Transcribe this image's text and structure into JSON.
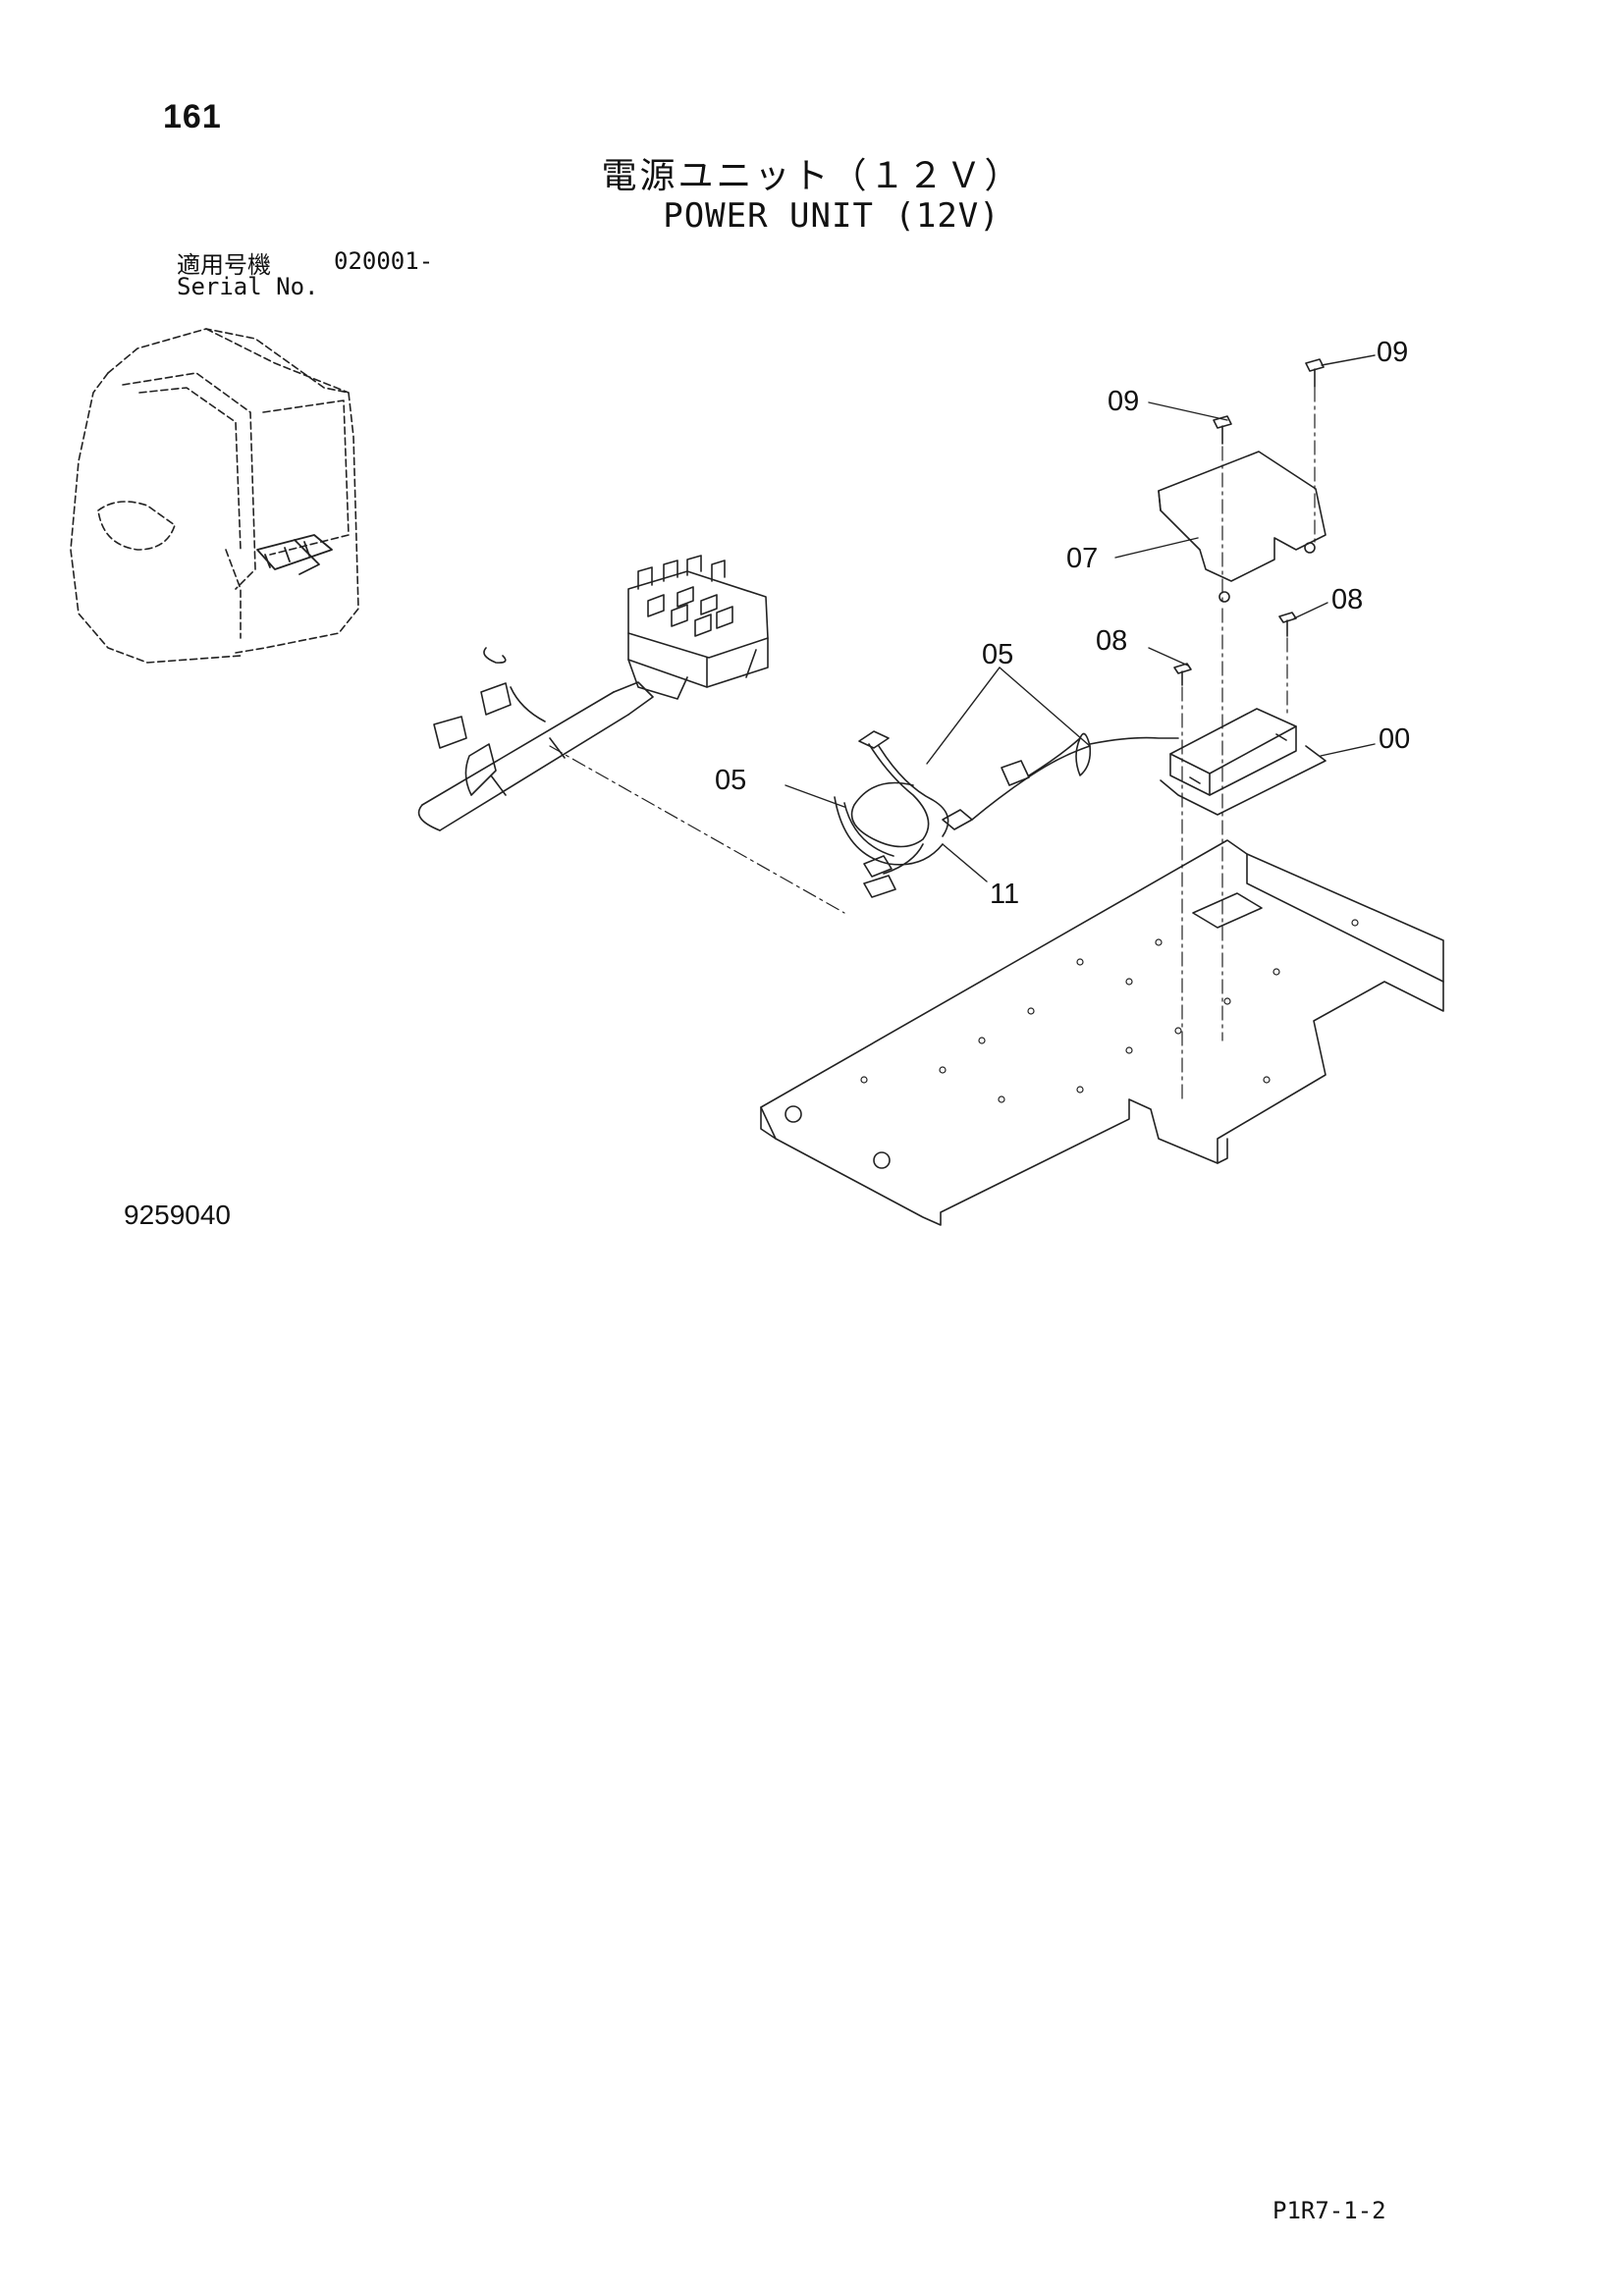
{
  "header": {
    "page_number": "161",
    "title_jp": "電源ユニット（１２Ｖ）",
    "title_en": "POWER UNIT (12V)"
  },
  "serial": {
    "label_jp": "適用号機",
    "value": "020001-",
    "label_en": "Serial No."
  },
  "callouts": [
    "09",
    "09",
    "07",
    "08",
    "08",
    "05",
    "05",
    "00",
    "11"
  ],
  "footer": {
    "drawing_number": "9259040",
    "document_ref": "P1R7-1-2"
  }
}
